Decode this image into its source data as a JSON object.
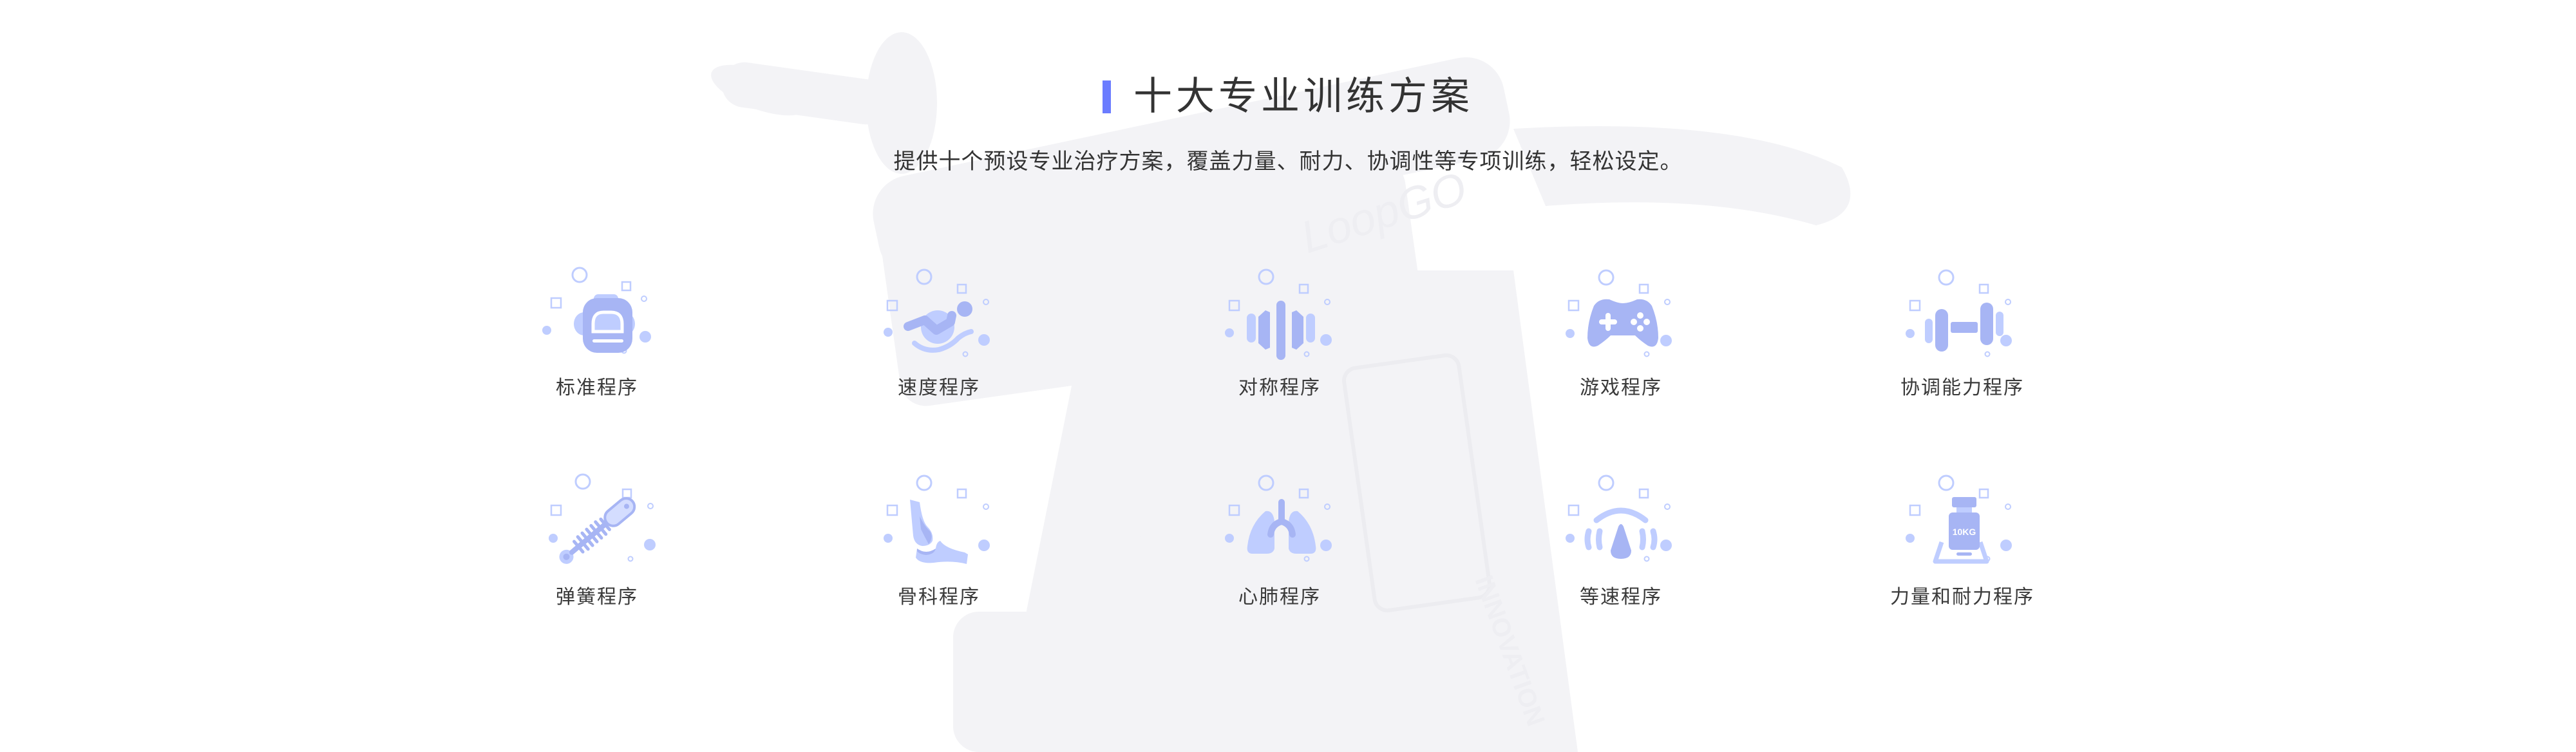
{
  "section": {
    "title": "十大专业训练方案",
    "subtitle": "提供十个预设专业治疗方案，覆盖力量、耐力、协调性等专项训练，轻松设定。",
    "accent_color": "#6B7CFF"
  },
  "background": {
    "brand_text": "LoopGO",
    "side_text": "INNOVATION"
  },
  "colors": {
    "icon_primary": "#A7B5F4",
    "icon_light": "#BFCDFF",
    "label_text": "#3A3A3A",
    "title_text": "#333333"
  },
  "programs": [
    {
      "label": "标准程序",
      "icon": "robot-head-icon"
    },
    {
      "label": "速度程序",
      "icon": "swimmer-speed-icon"
    },
    {
      "label": "对称程序",
      "icon": "symmetry-bars-icon"
    },
    {
      "label": "游戏程序",
      "icon": "gamepad-icon"
    },
    {
      "label": "协调能力程序",
      "icon": "dumbbell-icon"
    },
    {
      "label": "弹簧程序",
      "icon": "spring-shock-icon"
    },
    {
      "label": "骨科程序",
      "icon": "bone-joint-icon"
    },
    {
      "label": "心肺程序",
      "icon": "lungs-icon"
    },
    {
      "label": "等速程序",
      "icon": "speed-gauge-icon"
    },
    {
      "label": "力量和耐力程序",
      "icon": "weight-10kg-icon",
      "icon_text": "10KG"
    }
  ]
}
